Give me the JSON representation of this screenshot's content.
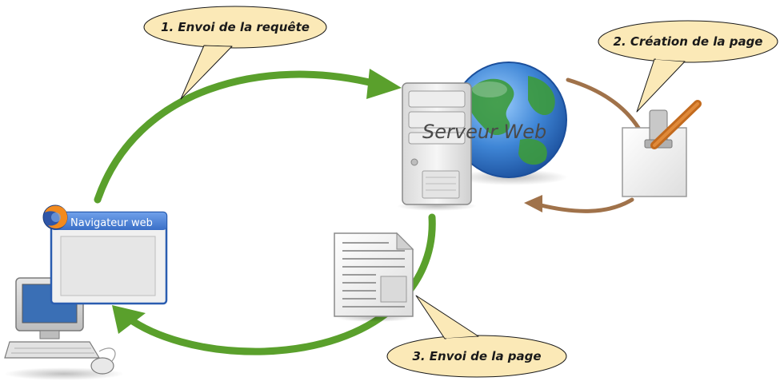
{
  "callouts": {
    "step1": "1. Envoi de la requête",
    "step2": "2. Création de la page",
    "step3": "3. Envoi de la page"
  },
  "server": {
    "label": "Serveur Web"
  },
  "browser": {
    "title": "Navigateur web"
  },
  "colors": {
    "arrow_green": "#5aa02c",
    "arrow_brown": "#a0724a",
    "callout_fill": "#fbe9b7",
    "callout_stroke": "#1a1a1a",
    "browser_blue": "#3c78d8"
  }
}
